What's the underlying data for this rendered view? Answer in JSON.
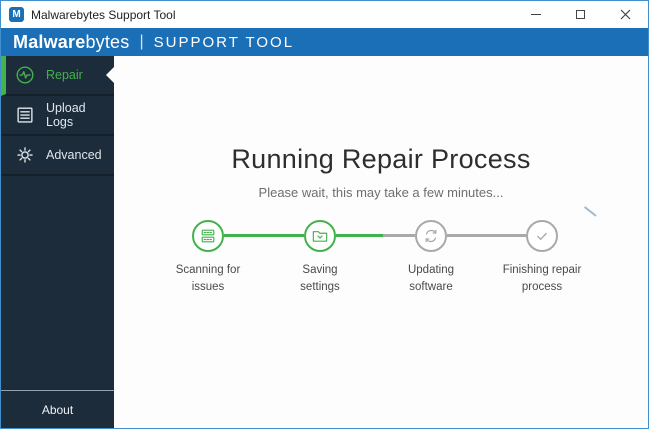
{
  "window": {
    "title": "Malwarebytes Support Tool",
    "app_icon_letter": "M"
  },
  "header": {
    "brand_bold": "Malware",
    "brand_light": "bytes",
    "separator": "|",
    "app_name": "SUPPORT TOOL"
  },
  "sidebar": {
    "items": [
      {
        "label": "Repair",
        "icon": "pulse-circle-icon",
        "active": true
      },
      {
        "label": "Upload Logs",
        "icon": "logs-icon",
        "active": false
      },
      {
        "label": "Advanced",
        "icon": "gear-icon",
        "active": false
      }
    ],
    "footer": {
      "label": "About"
    }
  },
  "main": {
    "title": "Running Repair Process",
    "subtitle": "Please wait, this may take a few minutes...",
    "steps": [
      {
        "label": "Scanning for\nissues",
        "state": "complete",
        "icon": "scan-results-icon"
      },
      {
        "label": "Saving\nsettings",
        "state": "active",
        "icon": "save-settings-icon"
      },
      {
        "label": "Updating\nsoftware",
        "state": "pending",
        "icon": "sync-icon"
      },
      {
        "label": "Finishing repair\nprocess",
        "state": "pending",
        "icon": "check-icon"
      }
    ],
    "connectors": [
      {
        "fill": 1
      },
      {
        "fill": 0.6
      },
      {
        "fill": 0
      }
    ]
  },
  "colors": {
    "brand_blue": "#1b6fb6",
    "sidebar_bg": "#1d2c3a",
    "green": "#43b24b",
    "gray_step": "#a9a9a9",
    "content_bg": "#fdfdfe",
    "window_border": "#4090d0"
  }
}
